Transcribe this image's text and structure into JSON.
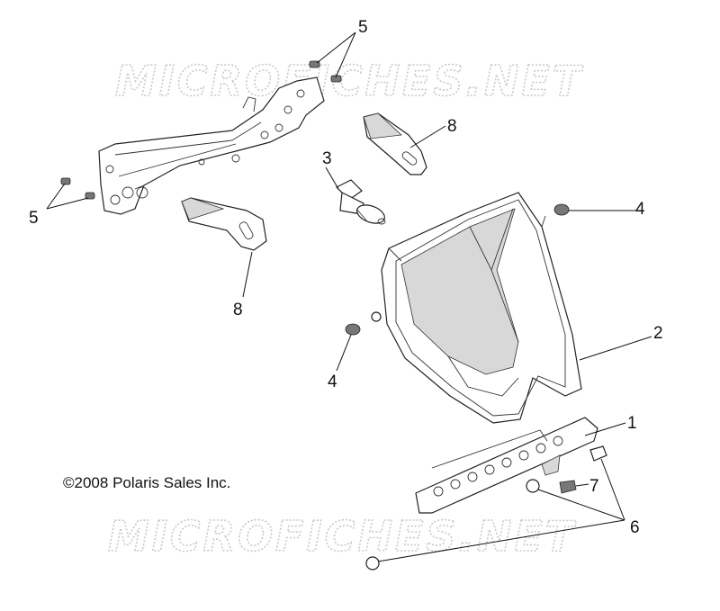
{
  "watermarks": [
    "MICROFICHES.NET",
    "MICROFICHES.NET"
  ],
  "copyright": "©2008 Polaris Sales Inc.",
  "callouts": {
    "c1": "1",
    "c2": "2",
    "c3": "3",
    "c4a": "4",
    "c4b": "4",
    "c5a": "5",
    "c5b": "5",
    "c6": "6",
    "c7": "7",
    "c8a": "8",
    "c8b": "8"
  }
}
